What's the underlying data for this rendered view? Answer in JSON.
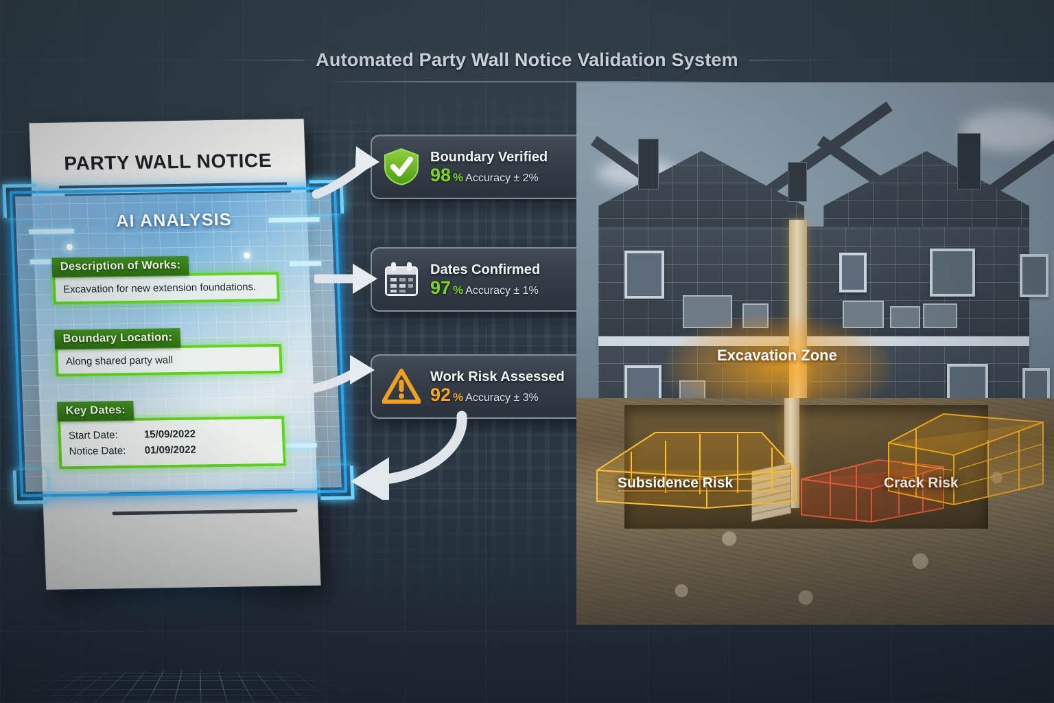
{
  "header": {
    "title": "Automated Party Wall Notice Validation System"
  },
  "document": {
    "title": "PARTY WALL NOTICE",
    "panel_title": "AI ANALYSIS",
    "fields": [
      {
        "label": "Description of Works:",
        "value": "Excavation for new extension foundations."
      },
      {
        "label": "Boundary Location:",
        "value": "Along shared party wall"
      }
    ],
    "dates": {
      "label": "Key Dates:",
      "rows": [
        {
          "key": "Start Date:",
          "value": "15/09/2022"
        },
        {
          "key": "Notice Date:",
          "value": "01/09/2022"
        }
      ]
    }
  },
  "status_cards": [
    {
      "icon": "shield-check-icon",
      "title": "Boundary Verified",
      "percent": "98",
      "percent_sign": "%",
      "accuracy": "Accuracy ± 2%",
      "accent": "#7ed321"
    },
    {
      "icon": "calendar-icon",
      "title": "Dates Confirmed",
      "percent": "97",
      "percent_sign": "%",
      "accuracy": "Accuracy ± 1%",
      "accent": "#7ed321"
    },
    {
      "icon": "warning-triangle-icon",
      "title": "Work Risk Assessed",
      "percent": "92",
      "percent_sign": "%",
      "accuracy": "Accuracy ± 3%",
      "accent": "#f5a623"
    }
  ],
  "scene": {
    "excavation_label": "Excavation Zone",
    "risks": [
      {
        "label": "Subsidence Risk",
        "color": "#ffc12b"
      },
      {
        "label": "Crack Risk",
        "color": "#ffb519"
      }
    ]
  },
  "colors": {
    "background": "#2b3845",
    "holo_cyan": "#24a8ef",
    "field_green": "#5fd61b",
    "label_green": "#3f8f1e",
    "accent_orange": "#f5a623"
  }
}
